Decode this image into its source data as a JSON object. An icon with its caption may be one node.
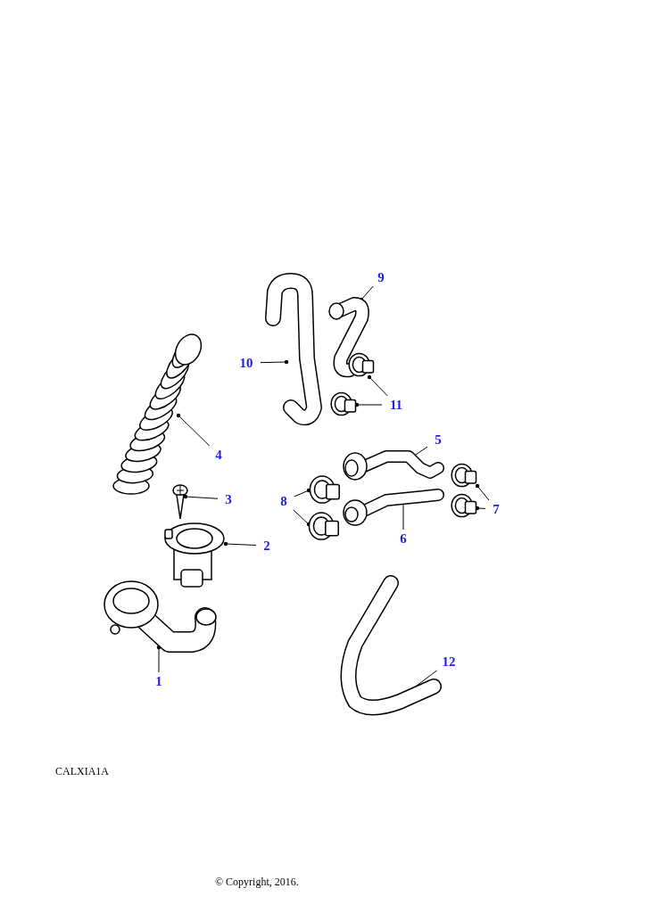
{
  "diagram": {
    "nodes": [
      {
        "text": [
          "1"
        ]
      },
      {
        "text": [
          "2"
        ]
      },
      {
        "text": [
          "3"
        ]
      },
      {
        "text": [
          "4"
        ]
      },
      {
        "text": [
          "5"
        ]
      },
      {
        "text": [
          "6"
        ]
      },
      {
        "text": [
          "7"
        ]
      },
      {
        "text": [
          "8"
        ]
      },
      {
        "text": [
          "9"
        ]
      },
      {
        "text": [
          "10"
        ]
      },
      {
        "text": [
          "11"
        ]
      },
      {
        "text": [
          "12"
        ]
      },
      {
        "text": [],
        "shape": "picture"
      },
      {
        "text": [],
        "shape": "picture"
      },
      {
        "text": [],
        "shape": "picture"
      },
      {
        "text": [],
        "shape": "picture"
      },
      {
        "text": [],
        "shape": "picture"
      },
      {
        "text": [],
        "shape": "picture"
      },
      {
        "text": [],
        "shape": "picture"
      },
      {
        "text": [],
        "shape": "picture"
      },
      {
        "text": [],
        "shape": "picture"
      },
      {
        "text": [],
        "shape": "picture"
      },
      {
        "text": [],
        "shape": "picture"
      },
      {
        "text": [],
        "shape": "picture"
      },
      {
        "text": [],
        "shape": "picture"
      },
      {
        "text": [],
        "shape": "picture"
      },
      {
        "text": [],
        "shape": "picture"
      }
    ],
    "edges": [
      {
        "from": 0,
        "to": 12,
        "arrow": "other"
      },
      {
        "from": 1,
        "to": 13,
        "arrow": "other"
      },
      {
        "from": 2,
        "to": 14,
        "arrow": "other"
      },
      {
        "from": 3,
        "to": 15,
        "arrow": "other"
      },
      {
        "from": 4,
        "to": 16,
        "arrow": "other"
      },
      {
        "from": 5,
        "to": 17,
        "arrow": "other"
      },
      {
        "from": 6,
        "to": 18,
        "arrow": "other"
      },
      {
        "from": 6,
        "to": 19,
        "arrow": "other"
      },
      {
        "from": 7,
        "to": 20,
        "arrow": "other"
      },
      {
        "from": 7,
        "to": 21,
        "arrow": "other"
      },
      {
        "from": 8,
        "to": 22,
        "arrow": "other"
      },
      {
        "from": 9,
        "to": 23,
        "arrow": "other"
      },
      {
        "from": 10,
        "to": 24,
        "arrow": "other"
      },
      {
        "from": 10,
        "to": 25,
        "arrow": "other"
      },
      {
        "from": 11,
        "to": 26,
        "arrow": "other"
      }
    ],
    "labels": [
      "CALXIA1A",
      "© Copyright, 2016."
    ]
  }
}
